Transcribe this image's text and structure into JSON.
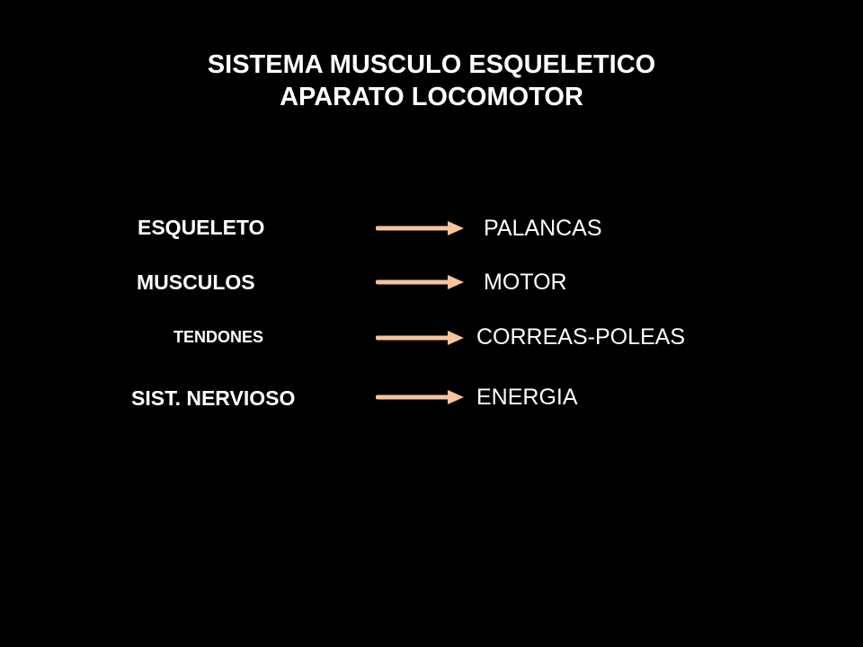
{
  "title": {
    "line1": "SISTEMA MUSCULO ESQUELETICO",
    "line2": "APARATO LOCOMOTOR"
  },
  "rows": [
    {
      "left": "ESQUELETO",
      "right": "PALANCAS"
    },
    {
      "left": "MUSCULOS",
      "right": "MOTOR"
    },
    {
      "left": "TENDONES",
      "right": "CORREAS-POLEAS"
    },
    {
      "left": "SIST. NERVIOSO",
      "right": "ENERGIA"
    }
  ],
  "colors": {
    "background": "#000000",
    "text": "#ffffff",
    "arrow": "#f7c49b"
  },
  "icons": {
    "arrow": "arrow-right-icon"
  }
}
